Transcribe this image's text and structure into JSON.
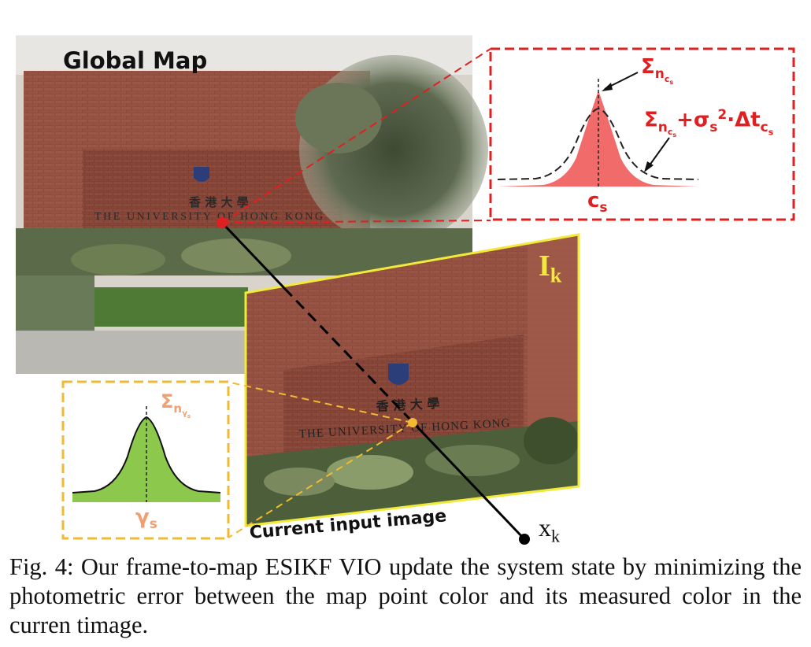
{
  "figure": {
    "global_map_label": "Global Map",
    "current_image_label": "Current input image",
    "sign_text": "THE UNIVERSITY OF HONG KONG",
    "sign_text_cn": "香 港 大 學",
    "image_label": {
      "base": "I",
      "sub": "k"
    },
    "state_label": {
      "base": "x",
      "sub": "k"
    },
    "map_point_inset": {
      "sigma_top": {
        "base": "Σ",
        "sub": "n",
        "subsub": "c",
        "subsubsub": "s"
      },
      "sigma_bottom": {
        "base": "Σ",
        "sub": "n",
        "subsub": "c",
        "subsubsub": "s",
        "plus": "+σ",
        "sigma_sub": "s",
        "sup": "2",
        "dot": "·Δt",
        "t_sub": "c",
        "t_subsub": "s"
      },
      "axis_label": {
        "base": "c",
        "sub": "s"
      }
    },
    "measured_inset": {
      "sigma_label": {
        "base": "Σ",
        "sub": "n",
        "subsub": "γ",
        "subsubsub": "s"
      },
      "axis_label": {
        "base": "γ",
        "sub": "s"
      }
    },
    "colors": {
      "map_inset": "#e02020",
      "map_curve_fill": "#f26b6b",
      "image_frame": "#f2ea3a",
      "measured_inset": "#f2b934",
      "measured_curve_fill": "#8cc84b",
      "sigma_orange": "#f0a070",
      "ray_line": "#000000"
    }
  },
  "caption": {
    "prefix": "Fig. 4:",
    "text": "Our frame-to-map ESIKF VIO update the system state by minimizing the photometric error between the map point color and its measured color in the curren timage."
  }
}
